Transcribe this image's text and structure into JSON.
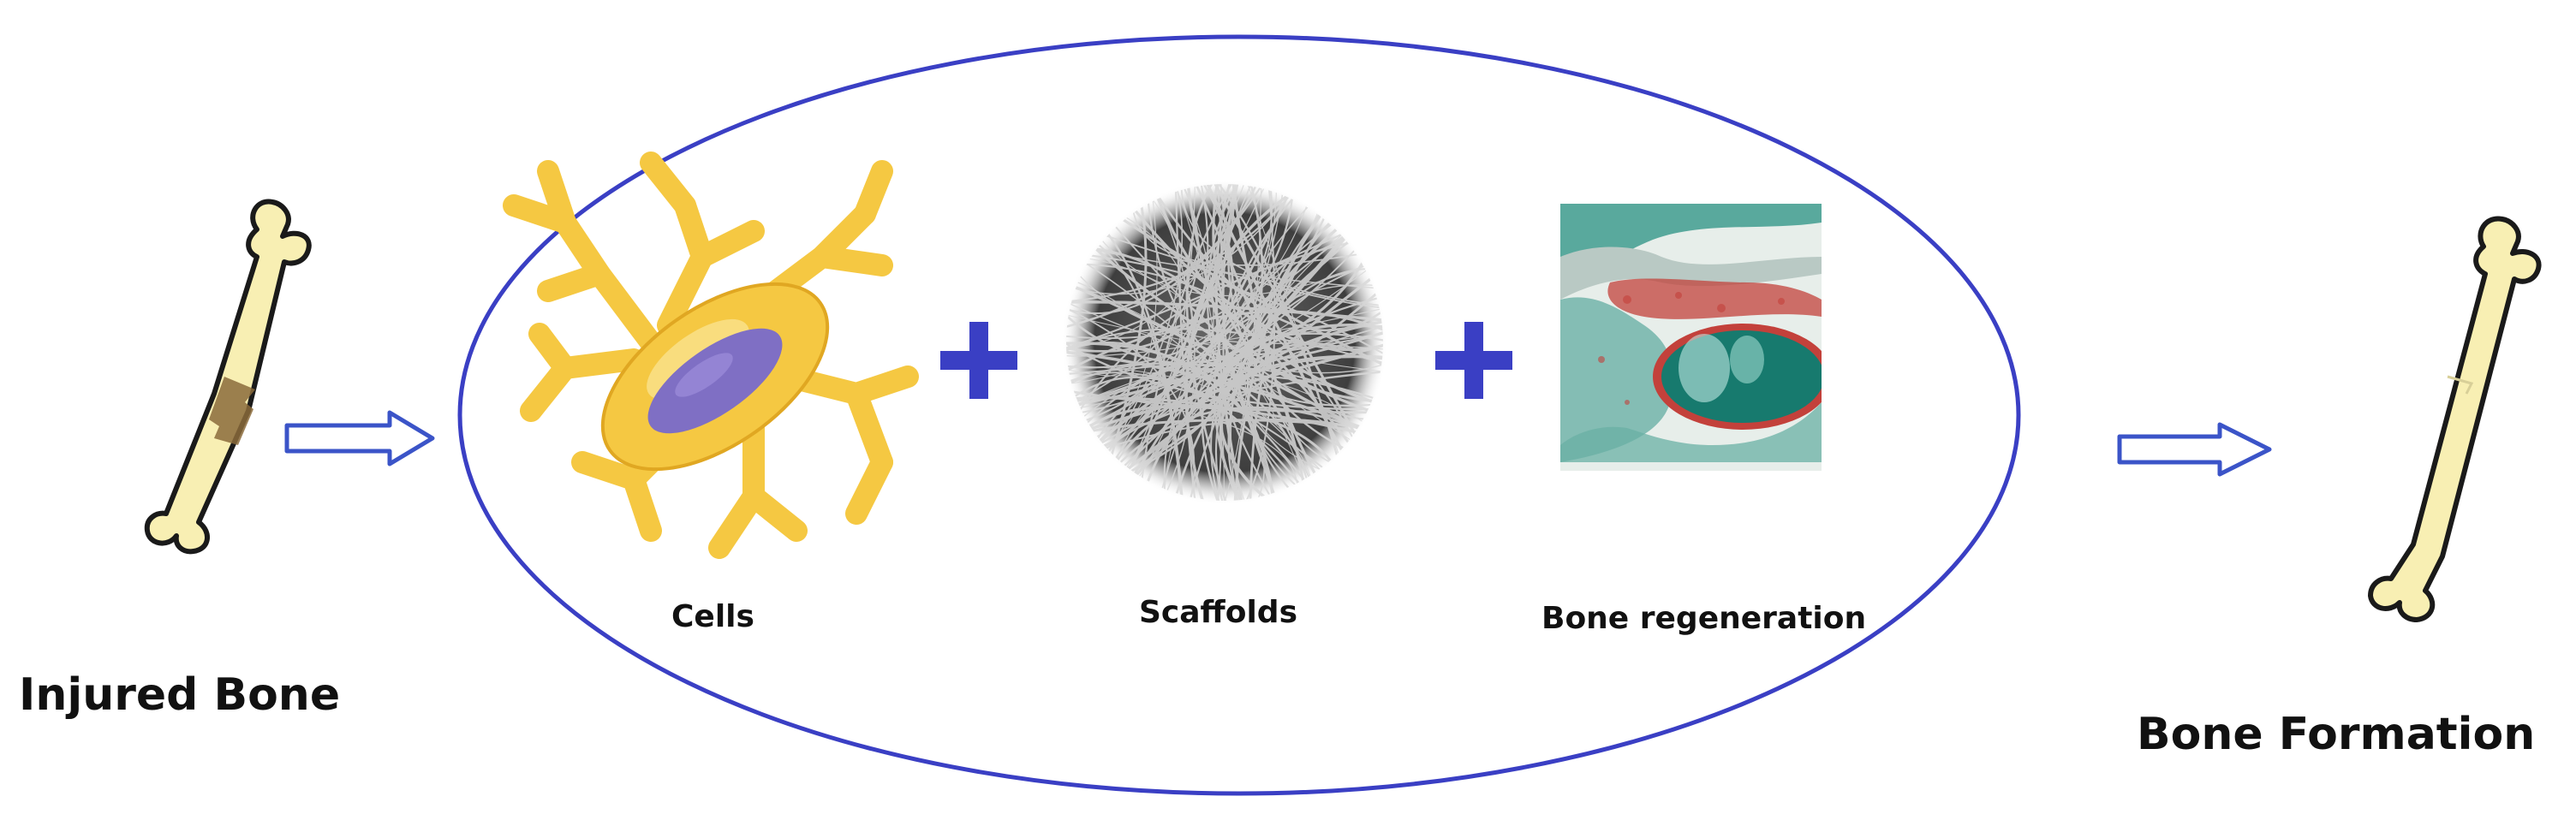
{
  "labels": {
    "injured_bone": "Injured Bone",
    "bone_formation": "Bone Formation",
    "cells": "Cells",
    "scaffolds": "Scaffolds",
    "bone_regeneration": "Bone regeneration"
  },
  "colors": {
    "ellipse_stroke": "#3a3fc4",
    "plus": "#3a3fc4",
    "arrow_stroke": "#3b54c8",
    "bone_fill": "#f8efb3",
    "bone_stroke": "#1a1a1a",
    "fracture": "#8b6b3b",
    "cell_body": "#f5c842",
    "cell_nucleus": "#7f6fc4",
    "scaffold_bg": "#4a4a4a",
    "scaffold_fiber": "#d9d9d9",
    "tissue_green": "#3f9c8f",
    "tissue_red": "#c3413b"
  },
  "icons": {
    "injured_bone": "fractured-bone-icon",
    "healed_bone": "healed-bone-icon",
    "cell": "cell-icon",
    "scaffold": "scaffold-icon",
    "tissue": "bone-tissue-icon"
  }
}
